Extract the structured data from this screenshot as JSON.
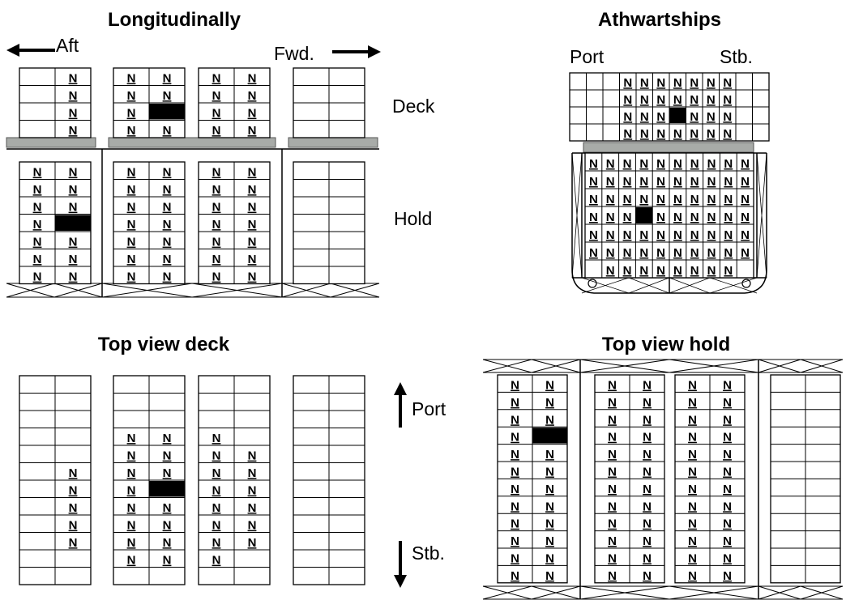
{
  "panels": {
    "longitudinal": {
      "title": "Longitudinally",
      "aft_label": "Aft",
      "fwd_label": "Fwd.",
      "deck_label": "Deck",
      "hold_label": "Hold"
    },
    "athwartships": {
      "title": "Athwartships",
      "port_label": "Port",
      "stb_label": "Stb."
    },
    "top_view_deck": {
      "title": "Top view deck",
      "port_label": "Port",
      "stb_label": "Stb."
    },
    "top_view_hold": {
      "title": "Top view hold"
    }
  },
  "cell_marker_text": "N",
  "colors": {
    "line": "#000000",
    "hatch_cover": "#a8aba8",
    "highlight_container": "#000000"
  }
}
